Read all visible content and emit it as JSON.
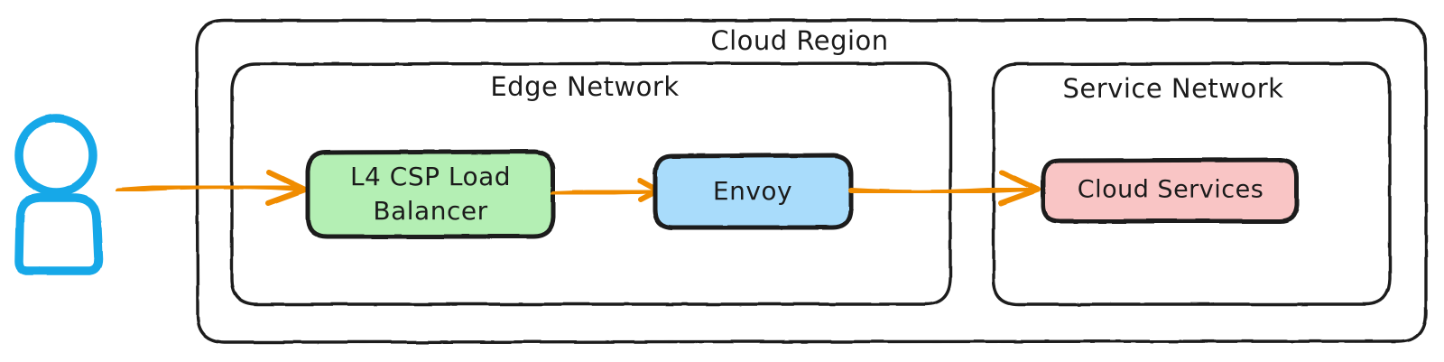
{
  "diagram": {
    "title": "Cloud Region",
    "type": "network-architecture-flow",
    "background_color": "#ffffff",
    "stroke_color": "#1b1b1b",
    "style": "hand-drawn"
  },
  "actor": {
    "name": "user-actor",
    "icon": "user-person-icon",
    "color": "#14a8e8",
    "label": ""
  },
  "containers": [
    {
      "id": "cloud-region",
      "label": "Cloud Region",
      "fill": "none",
      "stroke": "#1b1b1b"
    },
    {
      "id": "edge-network",
      "label": "Edge Network",
      "fill": "none",
      "stroke": "#1b1b1b"
    },
    {
      "id": "service-network",
      "label": "Service Network",
      "fill": "none",
      "stroke": "#1b1b1b"
    }
  ],
  "nodes": [
    {
      "id": "l4-csp-load-balancer",
      "label_line1": "L4 CSP Load",
      "label_line2": "Balancer",
      "label_full": "L4 CSP Load Balancer",
      "fill": "#b4efb4",
      "stroke": "#1b1b1b",
      "parent": "edge-network"
    },
    {
      "id": "envoy",
      "label_line1": "Envoy",
      "label_line2": "",
      "label_full": "Envoy",
      "fill": "#a9dcfb",
      "stroke": "#1b1b1b",
      "parent": "edge-network"
    },
    {
      "id": "cloud-services",
      "label_line1": "Cloud Services",
      "label_line2": "",
      "label_full": "Cloud Services",
      "fill": "#f9c5c5",
      "stroke": "#1b1b1b",
      "parent": "service-network"
    }
  ],
  "connectors": [
    {
      "id": "user-to-lb",
      "from": "user-actor",
      "to": "l4-csp-load-balancer",
      "label": "",
      "color": "#f08c00",
      "arrowhead": "open"
    },
    {
      "id": "lb-to-envoy",
      "from": "l4-csp-load-balancer",
      "to": "envoy",
      "label": "",
      "color": "#f08c00",
      "arrowhead": "open"
    },
    {
      "id": "envoy-to-services",
      "from": "envoy",
      "to": "cloud-services",
      "label": "",
      "color": "#f08c00",
      "arrowhead": "open"
    }
  ],
  "colors": {
    "accent_orange": "#f08c00",
    "actor_blue": "#14a8e8",
    "node_green": "#b4efb4",
    "node_blue": "#a9dcfb",
    "node_pink": "#f9c5c5",
    "stroke": "#1b1b1b"
  }
}
